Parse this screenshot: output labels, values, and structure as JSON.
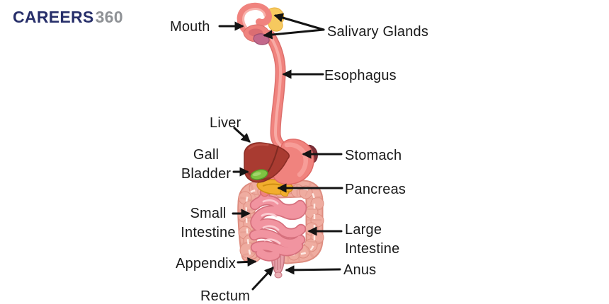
{
  "logo": {
    "brand": "CAREERS",
    "suffix": "360"
  },
  "labels": {
    "mouth": "Mouth",
    "salivary_glands": "Salivary Glands",
    "esophagus": "Esophagus",
    "liver": "Liver",
    "gall_bladder": "Gall Bladder",
    "stomach": "Stomach",
    "pancreas": "Pancreas",
    "small_intestine": "Small Intestine",
    "large_intestine": "Large Intestine",
    "appendix": "Appendix",
    "anus": "Anus",
    "rectum": "Rectum"
  },
  "colors": {
    "tract": "#f0837e",
    "tract_dark": "#dd6f6c",
    "tract_light": "#f8aba5",
    "liver": "#a93b31",
    "liver_dark": "#7e2a22",
    "gall_bladder": "#7fc242",
    "spleen": "#7e3038",
    "pancreas": "#f2ae2e",
    "salivary_gland": "#f6c95f",
    "submandibular_gland": "#c2688b",
    "small_intestine": "#f194a0",
    "small_intestine_dark": "#d6707d",
    "large_intestine": "#efaca0",
    "large_intestine_dark": "#de8d80",
    "rectum": "#e7a0a9",
    "arrow": "#141414",
    "text": "#1a1a1a",
    "logo_navy": "#272f6a",
    "logo_gray": "#8f9296"
  }
}
